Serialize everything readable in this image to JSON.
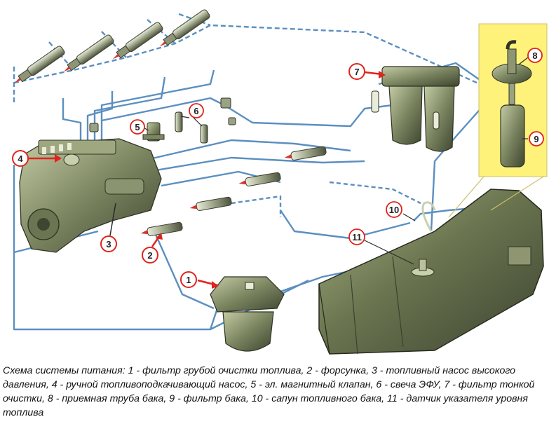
{
  "colors": {
    "pipe": "#5b8fc0",
    "pipe_dark": "#2f6a9e",
    "metal_dark": "#4a5236",
    "metal_mid": "#7c8660",
    "metal_light": "#b9c29a",
    "tank_body": "#5f6a45",
    "tank_highlight": "#9aa37a",
    "callout_red": "#e0231d",
    "inset_bg": "#fff27a",
    "hot_accent": "#d9342b"
  },
  "callouts": [
    {
      "number": "1",
      "part": "filter-coarse"
    },
    {
      "number": "2",
      "part": "injector"
    },
    {
      "number": "3",
      "part": "high-pressure-pump"
    },
    {
      "number": "4",
      "part": "manual-priming-pump"
    },
    {
      "number": "5",
      "part": "solenoid-valve"
    },
    {
      "number": "6",
      "part": "efu-glow-plug"
    },
    {
      "number": "7",
      "part": "fine-filter"
    },
    {
      "number": "8",
      "part": "tank-intake-pipe"
    },
    {
      "number": "9",
      "part": "tank-filter"
    },
    {
      "number": "10",
      "part": "tank-breather"
    },
    {
      "number": "11",
      "part": "fuel-level-sensor"
    }
  ],
  "caption": "Схема системы питания: 1 - фильтр грубой очистки топлива, 2 - форсунка, 3 - топливный насос высокого давления, 4 - ручной топливоподкачивающий насос, 5 - эл. магнитный клапан, 6 - свеча ЭФУ, 7 - фильтр тонкой очистки, 8 - приемная труба бака, 9 - фильтр бака, 10 - сапун топливного бака, 11 - датчик указателя уровня топлива"
}
